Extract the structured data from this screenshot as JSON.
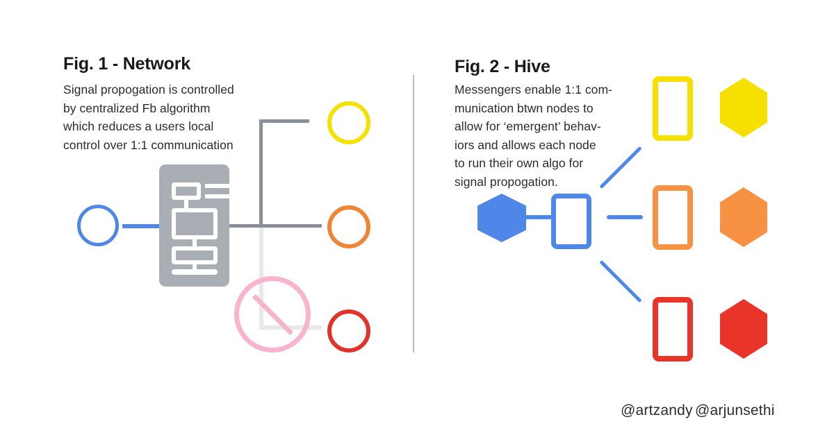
{
  "figures": [
    {
      "id": "network",
      "title": "Fig. 1 - Network",
      "body_lines": [
        "Signal propogation is controlled",
        "by centralized Fb algorithm",
        "which reduces a users local",
        "control over 1:1 communication"
      ],
      "nodes": [
        {
          "name": "user-node-blue",
          "shape": "ring",
          "color": "#4e87e8"
        },
        {
          "name": "node-yellow",
          "shape": "ring",
          "color": "#f5e000"
        },
        {
          "name": "node-orange",
          "shape": "ring",
          "color": "#ee8536"
        },
        {
          "name": "node-red",
          "shape": "ring",
          "color": "#e0342a"
        }
      ],
      "central": {
        "name": "fb-algorithm-block",
        "color": "#a9aeb4"
      },
      "blocked": {
        "name": "blocked-connection-sign",
        "color": "#f8b4cd"
      },
      "connector_color": "#8a9099",
      "faint_connector_color": "#e8e8e8"
    },
    {
      "id": "hive",
      "title": "Fig. 2 - Hive",
      "body_lines": [
        "Messengers enable 1:1 com-",
        "munication btwn nodes to",
        "allow for ‘emergent’ behav-",
        "iors and allows each node",
        "to run their own algo for",
        "signal propogation."
      ],
      "rows": [
        {
          "name": "hive-row-yellow",
          "color": "#f5e000"
        },
        {
          "name": "hive-row-orange",
          "color": "#f79244"
        },
        {
          "name": "hive-row-red",
          "color": "#e93529"
        }
      ],
      "center": {
        "name": "hive-center-node",
        "color": "#4e87e8"
      },
      "connector_color": "#4e87e8"
    }
  ],
  "divider": {
    "name": "figure-divider",
    "color": "#b8b8b8"
  },
  "credits": [
    {
      "name": "handle-artzandy",
      "text": "@artzandy"
    },
    {
      "name": "handle-arjunsethi",
      "text": "@arjunsethi"
    }
  ]
}
